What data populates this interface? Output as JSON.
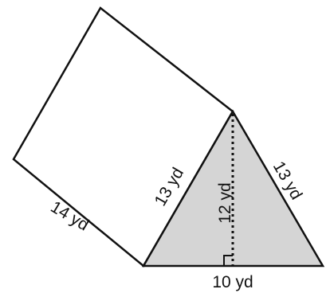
{
  "colors": {
    "face_light": "#ffffff",
    "face_shaded": "#d5d5d5",
    "stroke": "#111111"
  },
  "labels": {
    "prism_length": "14 yd",
    "left_slant": "13 yd",
    "right_slant": "13 yd",
    "height": "12 yd",
    "base": "10 yd"
  },
  "markers": {
    "right_angle": true,
    "height_line_style": "dotted"
  }
}
